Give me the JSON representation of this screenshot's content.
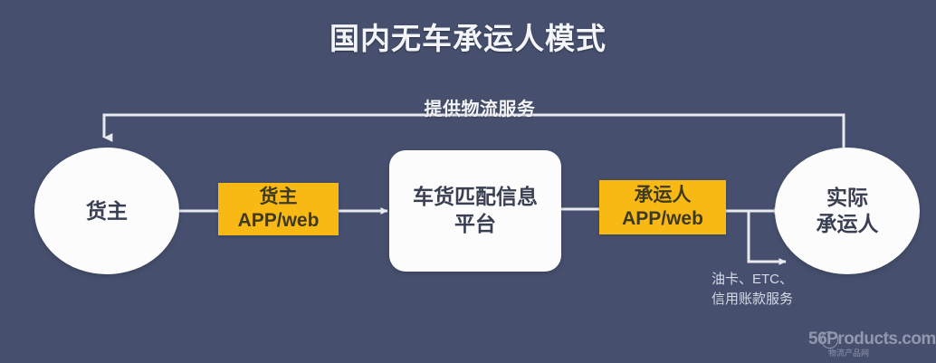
{
  "page": {
    "title": "国内无车承运人模式",
    "background_color": "#46506e",
    "accent_color": "#f9b915",
    "node_color": "#fcfcfd",
    "line_color": "#e8eaf0"
  },
  "diagram": {
    "type": "flow-diagram",
    "feedback_label": "提供物流服务",
    "nodes": [
      {
        "id": "shipper",
        "shape": "circle",
        "label": "货主"
      },
      {
        "id": "shipper_app",
        "shape": "chip",
        "label_line1": "货主",
        "label_line2": "APP/web"
      },
      {
        "id": "platform",
        "shape": "rounded-rect",
        "label_line1": "车货匹配信息",
        "label_line2": "平台"
      },
      {
        "id": "carrier_app",
        "shape": "chip",
        "label_line1": "承运人",
        "label_line2": "APP/web"
      },
      {
        "id": "actual_carrier",
        "shape": "circle",
        "label_line1": "实际",
        "label_line2": "承运人"
      }
    ],
    "service_note": "油卡、ETC、\n信用账款服务",
    "edges": [
      {
        "from": "shipper",
        "to": "shipper_app",
        "arrow": false
      },
      {
        "from": "shipper_app",
        "to": "platform",
        "arrow": true
      },
      {
        "from": "platform",
        "to": "carrier_app",
        "arrow": false
      },
      {
        "from": "carrier_app",
        "to": "actual_carrier",
        "arrow": true
      },
      {
        "from": "carrier_app",
        "to": "actual_carrier_services",
        "arrow": true
      },
      {
        "from": "actual_carrier",
        "to": "shipper",
        "arrow": true,
        "label": "提供物流服务"
      }
    ]
  },
  "watermark": {
    "main": "56Products.com",
    "sub": "物流产品网"
  }
}
